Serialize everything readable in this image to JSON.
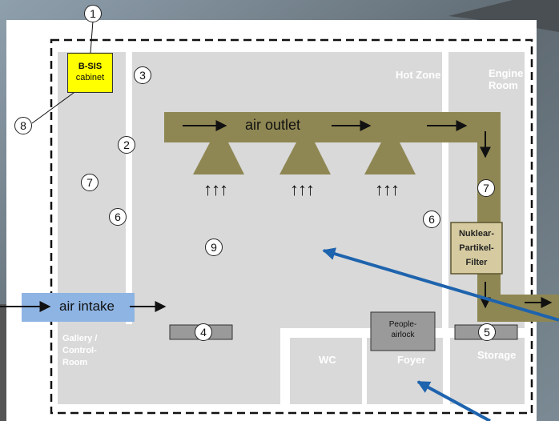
{
  "diagram": {
    "rooms": {
      "hot_zone": "Hot Zone",
      "engine_room": [
        "Engine",
        "Room"
      ],
      "gallery": [
        "Gallery /",
        "Control-",
        "Room"
      ],
      "wc": "WC",
      "foyer": "Foyer",
      "storage": "Storage"
    },
    "cabinet": [
      "B-SIS",
      "cabinet"
    ],
    "air_outlet": "air outlet",
    "air_intake": "air intake",
    "filter": [
      "Nuklear-",
      "Partikel-",
      "Filter"
    ],
    "airlock": [
      "People-",
      "airlock"
    ],
    "markers": [
      "1",
      "2",
      "3",
      "4",
      "5",
      "6",
      "6",
      "7",
      "7",
      "8",
      "9"
    ],
    "intake_arrows": "↑↑↑",
    "colors": {
      "duct": "#8f8753",
      "intake": "#8eb4e3",
      "cabinet": "#ffff00",
      "room": "#d9d9d9",
      "pointer": "#1e63ad",
      "airlock": "#9a9a9a"
    }
  }
}
